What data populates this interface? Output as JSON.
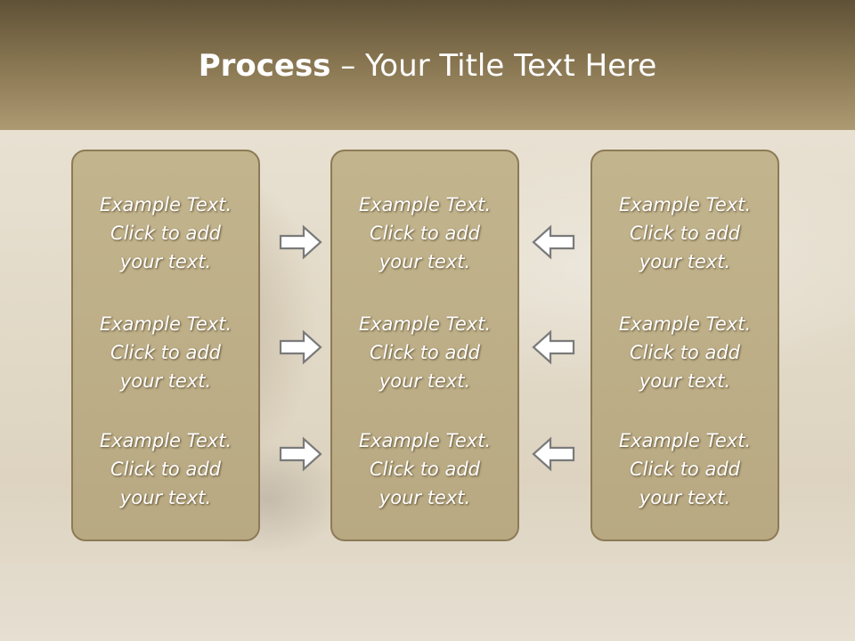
{
  "title": {
    "bold": "Process",
    "rest": " – Your Title Text Here"
  },
  "columns": [
    {
      "items": [
        {
          "l1": "Example Text.",
          "l2": "Click  to add",
          "l3": "your text."
        },
        {
          "l1": "Example Text.",
          "l2": "Click  to add",
          "l3": "your text."
        },
        {
          "l1": "Example Text.",
          "l2": "Click  to add",
          "l3": "your text."
        }
      ]
    },
    {
      "items": [
        {
          "l1": "Example Text.",
          "l2": "Click  to add",
          "l3": "your text."
        },
        {
          "l1": "Example Text.",
          "l2": "Click  to add",
          "l3": "your text."
        },
        {
          "l1": "Example Text.",
          "l2": "Click  to add",
          "l3": "your text."
        }
      ]
    },
    {
      "items": [
        {
          "l1": "Example Text.",
          "l2": "Click  to add",
          "l3": "your text."
        },
        {
          "l1": "Example Text.",
          "l2": "Click  to add",
          "l3": "your text."
        },
        {
          "l1": "Example Text.",
          "l2": "Click  to add",
          "l3": "your text."
        }
      ]
    }
  ],
  "colors": {
    "header": "#85734f",
    "box_fill": "#c2b48d",
    "box_border": "#8c7b56",
    "text": "#ffffff"
  },
  "arrows": {
    "left_to_center": "right-arrow-icon",
    "right_to_center": "left-arrow-icon"
  }
}
